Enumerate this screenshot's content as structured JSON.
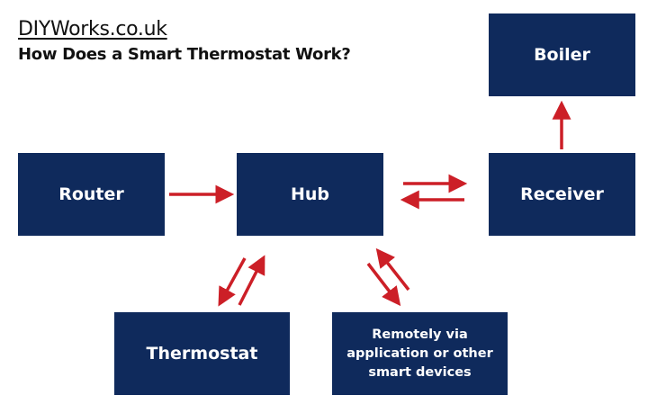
{
  "header": {
    "site": "DIYWorks.co.uk",
    "subtitle": "How Does a Smart Thermostat Work?"
  },
  "nodes": {
    "router": "Router",
    "hub": "Hub",
    "receiver": "Receiver",
    "boiler": "Boiler",
    "thermostat": "Thermostat",
    "remote": "Remotely via application or other smart devices"
  },
  "edges": [
    {
      "from": "router",
      "to": "hub"
    },
    {
      "from": "hub",
      "to": "receiver"
    },
    {
      "from": "receiver",
      "to": "hub"
    },
    {
      "from": "receiver",
      "to": "boiler"
    },
    {
      "from": "hub",
      "to": "thermostat"
    },
    {
      "from": "thermostat",
      "to": "hub"
    },
    {
      "from": "hub",
      "to": "remote"
    },
    {
      "from": "remote",
      "to": "hub"
    }
  ],
  "colors": {
    "box": "#0f2a5c",
    "arrow": "#cc1f27",
    "text": "#ffffff"
  }
}
